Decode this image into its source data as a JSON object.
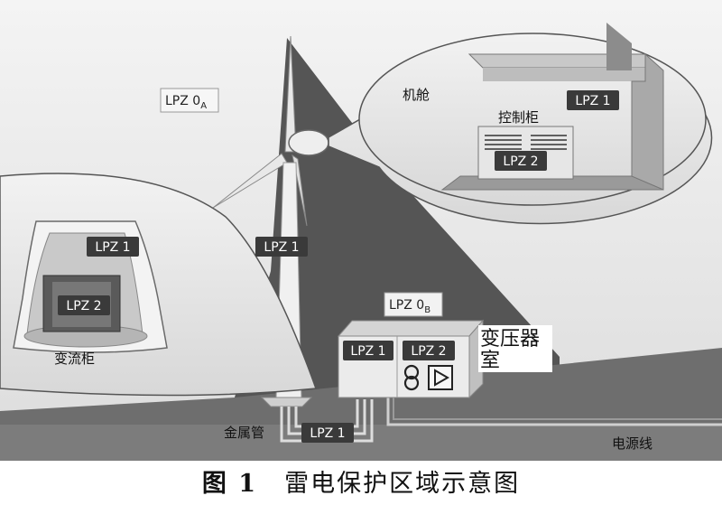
{
  "zones": {
    "lpz0a": {
      "main": "LPZ 0",
      "sub": "A"
    },
    "lpz0b": {
      "main": "LPZ 0",
      "sub": "B"
    },
    "tower_lpz1": "LPZ 1",
    "nacelle_lpz1": "LPZ 1",
    "nacelle_lpz2": "LPZ 2",
    "converter_lpz1": "LPZ 1",
    "converter_lpz2": "LPZ 2",
    "substation_lpz1": "LPZ 1",
    "substation_lpz2": "LPZ 2",
    "pipe_lpz1": "LPZ 1"
  },
  "labels": {
    "nacelle": "机舱",
    "control_cabinet": "控制柜",
    "converter_cabinet": "变流柜",
    "substation_line1": "变压器",
    "substation_line2": "室",
    "metal_pipe": "金属管",
    "power_line": "电源线"
  },
  "caption": {
    "number": "图 1",
    "title": "雷电保护区域示意图"
  },
  "colors": {
    "badge": "#3a3a3a",
    "shadow": "#555555",
    "ground": "#6e6e6e",
    "bubble": "#e9e9e9"
  }
}
